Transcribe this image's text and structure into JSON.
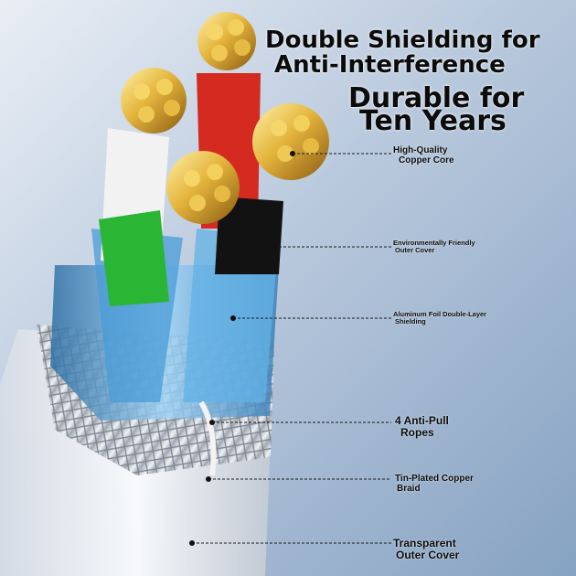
{
  "headline": {
    "line1": "Double Shielding for",
    "line2": "Anti-Interference",
    "line3": "Durable for",
    "line4": "Ten Years"
  },
  "callouts": [
    {
      "id": "copper-core",
      "line1": "High-Quality",
      "line2": "Copper Core"
    },
    {
      "id": "outer-cover",
      "line1": "Environmentally Friendly",
      "line2": "Outer Cover"
    },
    {
      "id": "foil-shielding",
      "line1": "Aluminum Foil Double-Layer",
      "line2": "Shielding"
    },
    {
      "id": "anti-pull",
      "line1": "4 Anti-Pull",
      "line2": "Ropes"
    },
    {
      "id": "copper-braid",
      "line1": "Tin-Plated Copper",
      "line2": "Braid"
    },
    {
      "id": "transparent-cover",
      "line1": "Transparent",
      "line2": "Outer Cover"
    }
  ],
  "colors": {
    "wire_red": "#d42a20",
    "wire_white": "#f2f2f2",
    "wire_green": "#2bb534",
    "wire_black": "#121212",
    "copper": "#e0b23a",
    "shield_blue": "#5aa7de",
    "braid_silver": "#c9ced6"
  }
}
